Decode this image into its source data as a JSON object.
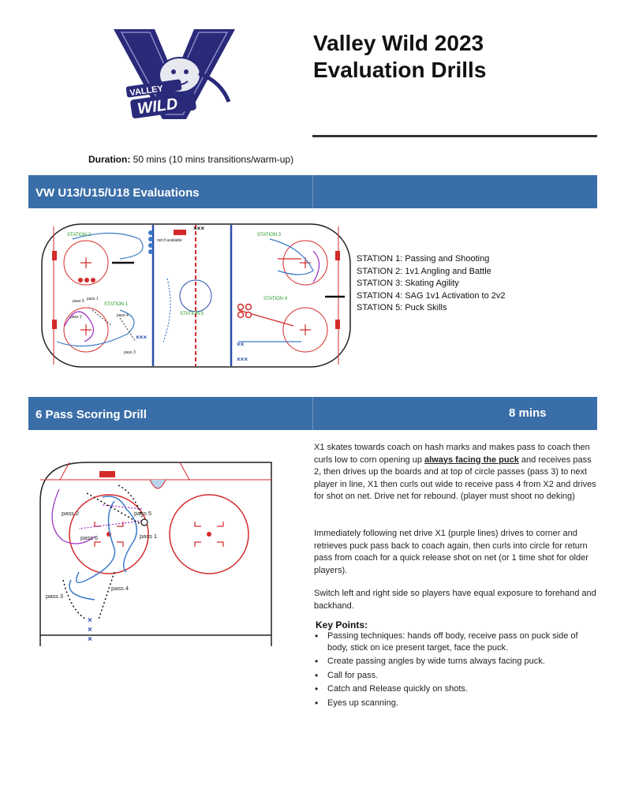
{
  "header": {
    "logo_text_top": "VALLEY",
    "logo_text_bottom": "WILD",
    "title_line1": "Valley Wild 2023",
    "title_line2": "Evaluation Drills"
  },
  "duration": {
    "label": "Duration:",
    "value": "50 mins (10 mins transitions/warm-up)"
  },
  "section1": {
    "title": "VW U13/U15/U18 Evaluations",
    "stations": [
      "STATION 1:  Passing and Shooting",
      "STATION 2:  1v1 Angling and Battle",
      "STATION 3:  Skating Agility",
      "STATION 4: SAG 1v1 Activation to 2v2",
      "STATION 5:  Puck Skills"
    ],
    "diagram": {
      "labels": [
        "STATION 2",
        "STATION 1",
        "STATION 3",
        "STATION 4",
        "STATION 5",
        "net if available",
        "pass 2",
        "pass 3",
        "pass 1",
        "pass 4",
        "pass 5"
      ]
    }
  },
  "section2": {
    "title": "6 Pass Scoring Drill",
    "time": "8 mins",
    "diagram": {
      "labels": [
        "pass 2",
        "pass 5",
        "pass 6",
        "pass 1",
        "pass 3",
        "pass 4"
      ]
    },
    "para1_before": "X1 skates towards coach on hash marks and makes pass to coach then curls low to corn opening up ",
    "para1_emph": "always facing the puck",
    "para1_after": " and receives pass 2, then drives up the boards and at top of circle passes (pass 3) to next player in line, X1 then curls out wide to receive pass 4 from X2 and drives for shot on net. Drive net for rebound. (player must shoot no deking)",
    "para2": "Immediately following net drive X1 (purple lines) drives to corner and retrieves puck pass back to coach again, then curls into circle for return pass from coach for a quick release shot on net (or 1 time shot for older players).",
    "para3": "Switch left and right side so players have equal exposure to forehand and backhand.",
    "key_points_title": "Key Points:",
    "key_points": [
      "Passing techniques: hands off body, receive pass on puck side of body, stick on ice present target, face the puck.",
      "Create passing angles by wide turns always facing puck.",
      "Call for pass.",
      "Catch and Release quickly on shots.",
      "Eyes up scanning."
    ]
  },
  "colors": {
    "bar": "#3a6ea8",
    "logo_navy": "#2a2a7a",
    "rink_red": "#d42a2a",
    "rink_blue": "#2a4fa8",
    "path_purple": "#9b2fc4",
    "path_blue": "#3a7ac8"
  }
}
